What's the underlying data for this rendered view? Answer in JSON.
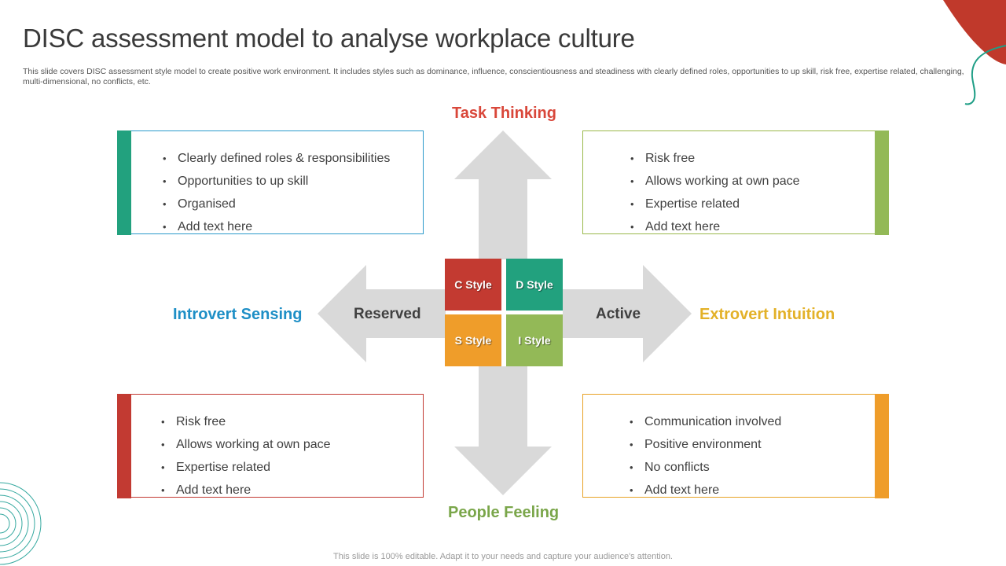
{
  "slide": {
    "title": "DISC assessment model to analyse workplace culture",
    "subtitle": "This slide covers DISC assessment style model to create positive work environment. It includes styles such as dominance, influence, conscientiousness and steadiness with clearly defined roles, opportunities to up skill, risk free, expertise related, challenging, multi-dimensional, no conflicts, etc.",
    "footer": "This slide is 100% editable. Adapt it to your needs and capture your audience's attention."
  },
  "axes": {
    "top": "Task Thinking",
    "bottom": "People Feeling",
    "left": "Introvert Sensing",
    "right": "Extrovert Intuition"
  },
  "arrows": {
    "left": "Reserved",
    "right": "Active"
  },
  "styles": {
    "c": "C Style",
    "d": "D Style",
    "s": "S Style",
    "i": "I Style"
  },
  "quadrants": {
    "top_left": [
      "Clearly defined roles & responsibilities",
      "Opportunities to up skill",
      "Organised",
      "Add text here"
    ],
    "top_right": [
      "Risk free",
      "Allows working at own pace",
      "Expertise related",
      "Add text here"
    ],
    "bottom_left": [
      "Risk free",
      "Allows working at own pace",
      "Expertise related",
      "Add text here"
    ],
    "bottom_right": [
      "Communication involved",
      "Positive environment",
      "No conflicts",
      "Add text here"
    ]
  },
  "bullet": "•",
  "colors": {
    "red": "#c33a31",
    "teal": "#22a17e",
    "orange": "#ef9d2a",
    "green": "#93b957",
    "arrow_gray": "#d9d9d9",
    "blue_label": "#1e8fc6",
    "yellow_label": "#e3b128"
  }
}
